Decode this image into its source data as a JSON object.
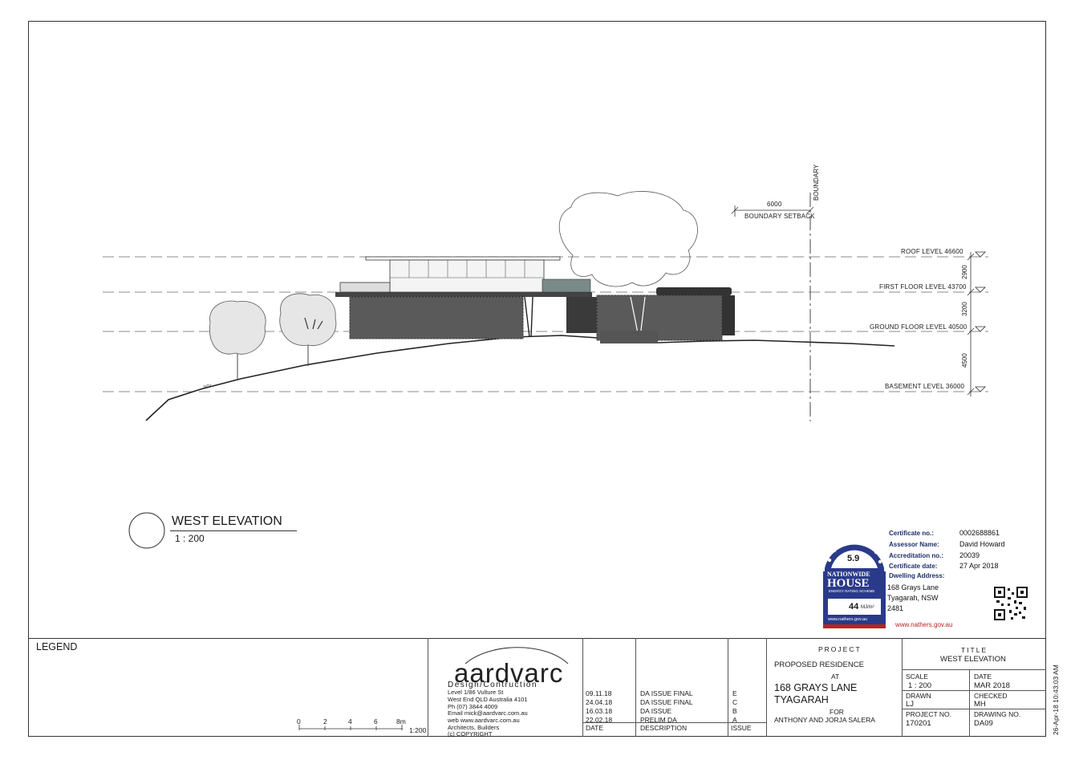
{
  "drawing": {
    "title": "WEST ELEVATION",
    "scale": "1 : 200",
    "boundary_label": "BOUNDARY",
    "setback_value": "6000",
    "setback_label": "BOUNDARY SETBACK",
    "ngl_label": "NGL",
    "levels": [
      {
        "label": "ROOF LEVEL  46600",
        "dim": "2900"
      },
      {
        "label": "FIRST FLOOR LEVEL  43700",
        "dim": "3200"
      },
      {
        "label": "GROUND FLOOR LEVEL  40500",
        "dim": "4500"
      },
      {
        "label": "BASEMENT LEVEL  36000",
        "dim": ""
      }
    ]
  },
  "certificate": {
    "rating": "5.9",
    "brand_line1": "NATIONWIDE",
    "brand_line2": "HOUSE",
    "brand_line3": "ENERGY RATING SCHEME",
    "energy": "44",
    "energy_unit": "MJ/m²",
    "url_badge": "www.nathers.gov.au",
    "url": "www.nathers.gov.au",
    "fields": [
      {
        "label": "Certificate no.:",
        "value": "0002688861"
      },
      {
        "label": "Assessor Name:",
        "value": "David Howard"
      },
      {
        "label": "Accreditation no.:",
        "value": "20039"
      },
      {
        "label": "Certificate date:",
        "value": "27 Apr 2018"
      }
    ],
    "address_label": "Dwelling Address:",
    "address_lines": [
      "168 Grays Lane",
      "Tyagarah, NSW",
      "2481"
    ]
  },
  "title_block": {
    "legend": "LEGEND",
    "scale_bar": {
      "ticks": [
        "0",
        "2",
        "4",
        "6",
        "8m"
      ],
      "ratio": "1:200"
    },
    "firm": {
      "logo": "aardvarc",
      "tagline": "Design/Contruction",
      "address": [
        "Level 1/86 Vulture St",
        "West End QLD Australia 4101",
        "Ph (07) 3844 4009",
        "Email mick@aardvarc.com.au",
        "web www.aardvarc.com.au",
        "Architects, Builders",
        "(c) COPYRIGHT"
      ]
    },
    "issues": [
      {
        "date": "09.11.18",
        "desc": "DA ISSUE FINAL",
        "issue": "E"
      },
      {
        "date": "24.04.18",
        "desc": "DA ISSUE FINAL",
        "issue": "C"
      },
      {
        "date": "16.03.18",
        "desc": "DA ISSUE",
        "issue": "B"
      },
      {
        "date": "22.02.18",
        "desc": "PRELIM DA",
        "issue": "A"
      }
    ],
    "issue_headers": {
      "date": "DATE",
      "desc": "DESCRIPTION",
      "issue": "ISSUE"
    },
    "project": {
      "heading": "PROJECT",
      "line1": "PROPOSED RESIDENCE",
      "at": "AT",
      "address1": "168 GRAYS LANE",
      "address2": "TYAGARAH",
      "for": "FOR",
      "client": "ANTHONY AND JORJA SALERA"
    },
    "title": {
      "heading": "TITLE",
      "value": "WEST ELEVATION"
    },
    "cells": {
      "scale_label": "SCALE",
      "scale": "1 : 200",
      "date_label": "DATE",
      "date": "MAR 2018",
      "drawn_label": "DRAWN",
      "drawn": "LJ",
      "checked_label": "CHECKED",
      "checked": "MH",
      "project_no_label": "PROJECT NO.",
      "project_no": "170201",
      "drawing_no_label": "DRAWING NO.",
      "drawing_no": "DA09"
    },
    "print_stamp": "26-Apr-18 10:43:03 AM"
  }
}
